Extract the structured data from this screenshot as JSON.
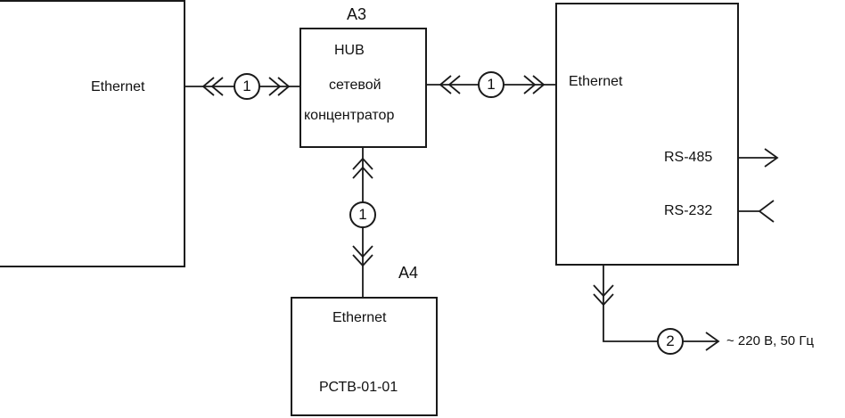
{
  "blocks": {
    "left": {
      "port": "Ethernet"
    },
    "hub": {
      "ref": "А3",
      "line1": "HUB",
      "line2": "сетевой",
      "line3": "концентратор"
    },
    "right": {
      "port": "Ethernet",
      "rs485": "RS-485",
      "rs232": "RS-232"
    },
    "rstv": {
      "ref": "А4",
      "port": "Ethernet",
      "name": "РСТВ-01-01"
    }
  },
  "links": {
    "left_hub": "1",
    "hub_right": "1",
    "hub_rstv": "1",
    "power": "2"
  },
  "power": {
    "label": "~ 220 В, 50 Гц"
  }
}
